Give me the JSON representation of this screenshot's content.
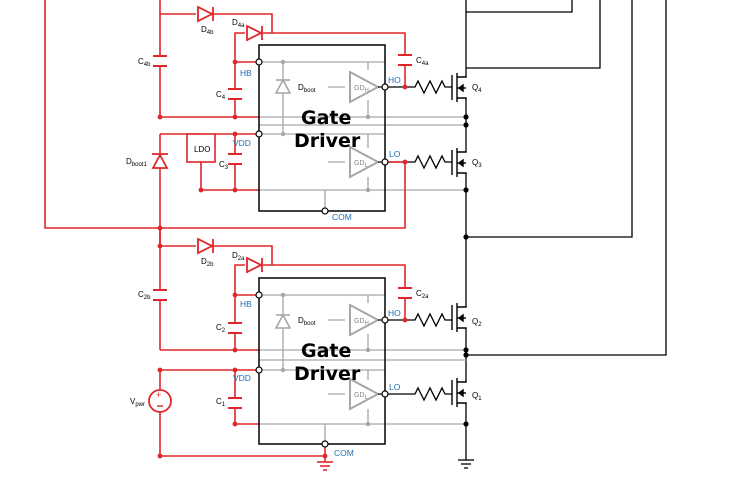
{
  "colors": {
    "red": "#e0262b",
    "gray": "#a6a6a6",
    "black": "#000000",
    "blue": "#1f6fb5"
  },
  "top": {
    "gate_driver_line1": "Gate",
    "gate_driver_line2": "Driver",
    "HB": "HB",
    "VDD": "VDD",
    "HO": "HO",
    "LO": "LO",
    "COM": "COM",
    "LDO": "LDO",
    "GD_H": "GD",
    "GD_L": "GD",
    "C4b": {
      "base": "C",
      "sub": "4b"
    },
    "C4": {
      "base": "C",
      "sub": "4"
    },
    "C3": {
      "base": "C",
      "sub": "3"
    },
    "C4a": {
      "base": "C",
      "sub": "4a"
    },
    "D4b": {
      "base": "D",
      "sub": "4b"
    },
    "D4a": {
      "base": "D",
      "sub": "4a"
    },
    "Dboot": {
      "base": "D",
      "sub": "boot"
    },
    "Dboot1": {
      "base": "D",
      "sub": "boot1"
    },
    "Q4": {
      "base": "Q",
      "sub": "4"
    },
    "Q3": {
      "base": "Q",
      "sub": "3"
    }
  },
  "bottom": {
    "gate_driver_line1": "Gate",
    "gate_driver_line2": "Driver",
    "HB": "HB",
    "VDD": "VDD",
    "HO": "HO",
    "LO": "LO",
    "COM": "COM",
    "GD_H": "GD",
    "GD_L": "GD",
    "C2b": {
      "base": "C",
      "sub": "2b"
    },
    "C2": {
      "base": "C",
      "sub": "2"
    },
    "C1": {
      "base": "C",
      "sub": "1"
    },
    "C2a": {
      "base": "C",
      "sub": "2a"
    },
    "D2b": {
      "base": "D",
      "sub": "2b"
    },
    "D2a": {
      "base": "D",
      "sub": "2a"
    },
    "Dboot": {
      "base": "D",
      "sub": "boot"
    },
    "Vpwr": {
      "base": "V",
      "sub": "pwr"
    },
    "Q2": {
      "base": "Q",
      "sub": "2"
    },
    "Q1": {
      "base": "Q",
      "sub": "1"
    }
  }
}
